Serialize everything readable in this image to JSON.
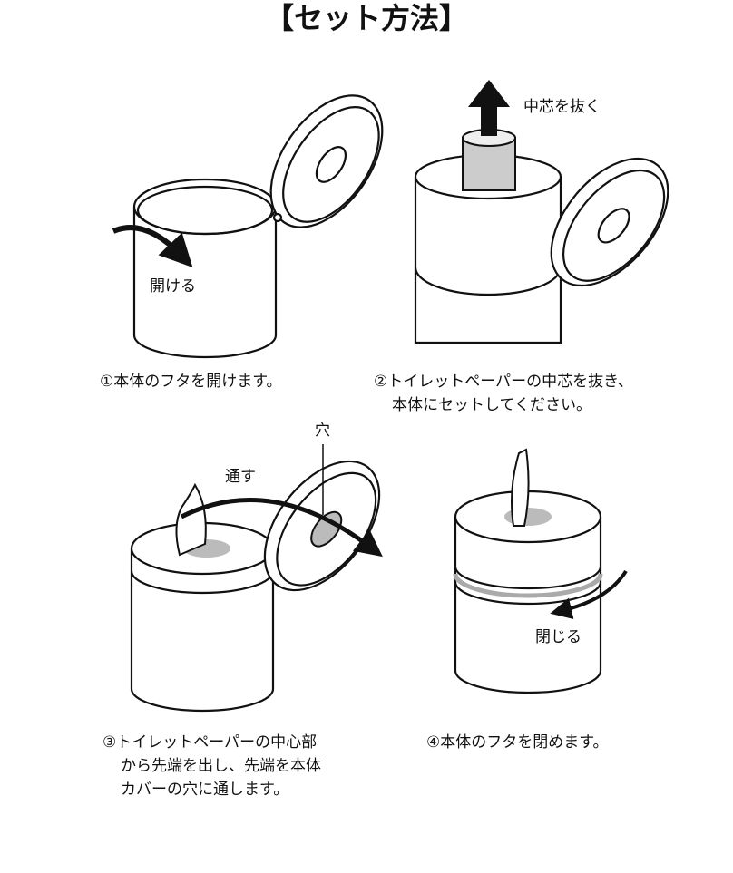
{
  "title": "【セット方法】",
  "labels": {
    "open": "開ける",
    "remove_core": "中芯を抜く",
    "thread": "通す",
    "hole": "穴",
    "close": "閉じる"
  },
  "steps": [
    {
      "lines": [
        "①本体のフタを開けます。"
      ]
    },
    {
      "lines": [
        "②トイレットペーパーの中芯を抜き、",
        "本体にセットしてください。"
      ]
    },
    {
      "lines": [
        "③トイレットペーパーの中心部",
        "から先端を出し、先端を本体",
        "カバーの穴に通します。"
      ]
    },
    {
      "lines": [
        "④本体のフタを閉めます。"
      ]
    }
  ]
}
